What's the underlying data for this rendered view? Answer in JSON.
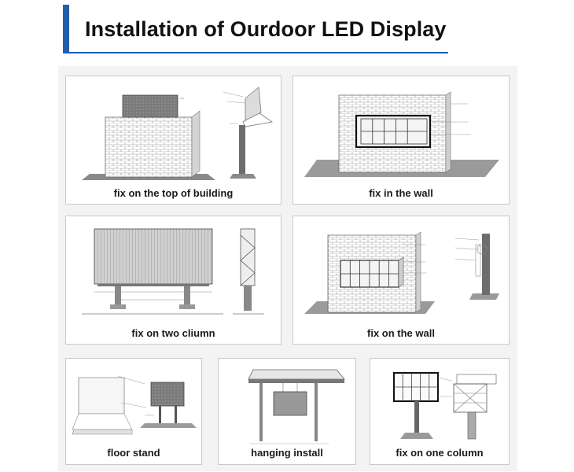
{
  "header": {
    "title": "Installation of Ourdoor LED Display"
  },
  "cards": [
    {
      "caption": "fix on the top of building"
    },
    {
      "caption": "fix in the wall"
    },
    {
      "caption": "fix on two cliumn"
    },
    {
      "caption": "fix on the wall"
    },
    {
      "caption": "floor stand"
    },
    {
      "caption": "hanging install"
    },
    {
      "caption": "fix on one column"
    }
  ],
  "colors": {
    "accent": "#1f5fae",
    "card_border": "#c9c9c9",
    "panel_background": "#f3f3f3"
  }
}
